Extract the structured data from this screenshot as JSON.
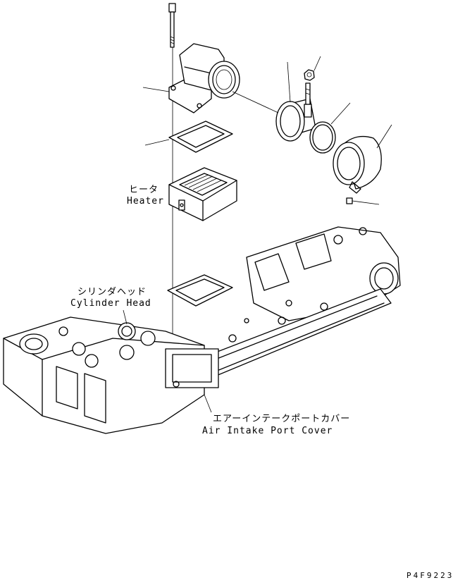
{
  "labels": {
    "heater_jp": "ヒータ",
    "heater_en": "Heater",
    "cylinder_head_jp": "シリンダヘッド",
    "cylinder_head_en": "Cylinder Head",
    "air_intake_jp": "エアーインテークポートカバー",
    "air_intake_en": "Air Intake Port Cover"
  },
  "drawing_code": "P4F9223"
}
